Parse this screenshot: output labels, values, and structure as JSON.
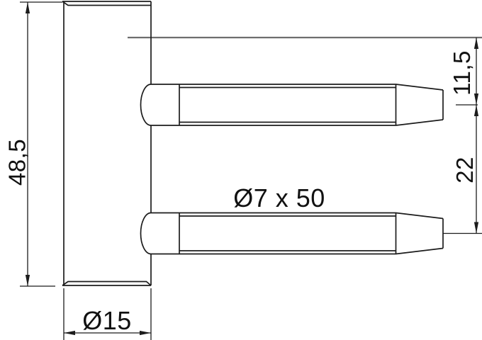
{
  "drawing": {
    "kind": "technical dimension drawing",
    "labels": {
      "overall_height": "48,5",
      "body_diameter": "Ø15",
      "pin_spec": "Ø7 x 50",
      "pin_top_offset": "11,5",
      "pin_spacing": "22"
    },
    "colors": {
      "background": "#ffffff",
      "outline": "#1c1c1c",
      "dimension": "#1c1c1c",
      "text": "#111111",
      "reference_line": "#6e6e6e"
    }
  }
}
